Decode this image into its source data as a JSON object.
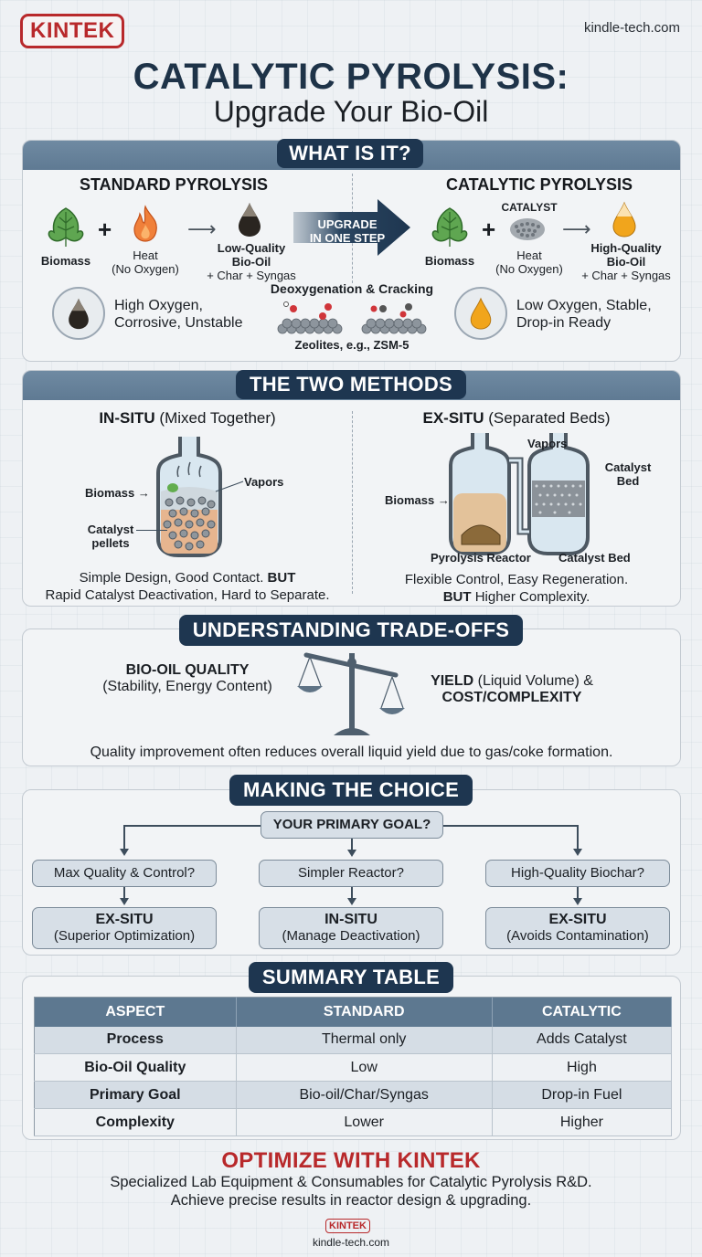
{
  "header": {
    "logo": "KINTEK",
    "site_url": "kindle-tech.com",
    "title": "CATALYTIC PYROLYSIS:",
    "subtitle": "Upgrade Your Bio-Oil"
  },
  "what_is_it": {
    "heading": "WHAT IS IT?",
    "standard": {
      "title": "STANDARD PYROLYSIS",
      "biomass_label": "Biomass",
      "heat_label_1": "Heat",
      "heat_label_2": "(No Oxygen)",
      "output_1": "Low-Quality",
      "output_2": "Bio-Oil",
      "output_3": "+ Char + Syngas",
      "property_1": "High Oxygen,",
      "property_2": "Corrosive, Unstable"
    },
    "upgrade_arrow_1": "UPGRADE",
    "upgrade_arrow_2": "IN ONE STEP",
    "mechanism_title": "Deoxygenation & Cracking",
    "mechanism_caption": "Zeolites, e.g., ZSM-5",
    "catalytic": {
      "title": "CATALYTIC PYROLYSIS",
      "catalyst_label": "CATALYST",
      "biomass_label": "Biomass",
      "heat_label_1": "Heat",
      "heat_label_2": "(No Oxygen)",
      "output_1": "High-Quality",
      "output_2": "Bio-Oil",
      "output_3": "+ Char + Syngas",
      "property_1": "Low Oxygen, Stable,",
      "property_2": "Drop-in Ready"
    }
  },
  "two_methods": {
    "heading": "THE TWO METHODS",
    "in_situ": {
      "title_bold": "IN-SITU",
      "title_rest": " (Mixed Together)",
      "label_biomass": "Biomass",
      "label_vapors": "Vapors",
      "label_catalyst_1": "Catalyst",
      "label_catalyst_2": "pellets",
      "desc_1": "Simple Design, Good Contact. ",
      "desc_1_bold": "BUT",
      "desc_2": "Rapid Catalyst Deactivation, Hard to Separate."
    },
    "ex_situ": {
      "title_bold": "EX-SITU",
      "title_rest": " (Separated Beds)",
      "label_vapors": "Vapors",
      "label_biomass": "Biomass",
      "label_catalyst_bed_1": "Catalyst",
      "label_catalyst_bed_2": "Bed",
      "caption_reactor": "Pyrolysis Reactor",
      "caption_bed": "Catalyst Bed",
      "desc_1": "Flexible Control, Easy Regeneration.",
      "desc_2_bold": "BUT",
      "desc_2": " Higher Complexity."
    }
  },
  "trade_offs": {
    "heading": "UNDERSTANDING TRADE-OFFS",
    "left_title": "BIO-OIL QUALITY",
    "left_sub": "(Stability, Energy Content)",
    "right_title_bold": "YIELD",
    "right_title_rest": " (Liquid Volume) &",
    "right_sub": "COST/COMPLEXITY",
    "note": "Quality improvement often reduces overall liquid yield due to gas/coke formation."
  },
  "choice": {
    "heading": "MAKING THE CHOICE",
    "root": "YOUR PRIMARY GOAL?",
    "branches": [
      {
        "question": "Max Quality & Control?",
        "answer": "EX-SITU",
        "reason": "(Superior Optimization)"
      },
      {
        "question": "Simpler Reactor?",
        "answer": "IN-SITU",
        "reason": "(Manage Deactivation)"
      },
      {
        "question": "High-Quality Biochar?",
        "answer": "EX-SITU",
        "reason": "(Avoids Contamination)"
      }
    ]
  },
  "summary": {
    "heading": "SUMMARY TABLE",
    "columns": [
      "ASPECT",
      "STANDARD",
      "CATALYTIC"
    ],
    "rows": [
      [
        "Process",
        "Thermal only",
        "Adds Catalyst"
      ],
      [
        "Bio-Oil Quality",
        "Low",
        "High"
      ],
      [
        "Primary Goal",
        "Bio-oil/Char/Syngas",
        "Drop-in Fuel"
      ],
      [
        "Complexity",
        "Lower",
        "Higher"
      ]
    ]
  },
  "footer": {
    "cta": "OPTIMIZE WITH KINTEK",
    "line_1": "Specialized Lab Equipment & Consumables for Catalytic Pyrolysis R&D.",
    "line_2": "Achieve precise results in reactor design & upgrading.",
    "logo": "KINTEK",
    "url": "kindle-tech.com"
  },
  "colors": {
    "brand_red": "#b8292b",
    "navy": "#1e3650",
    "band_blue": "#6f8aa2",
    "panel_bg": "#f2f4f6"
  }
}
